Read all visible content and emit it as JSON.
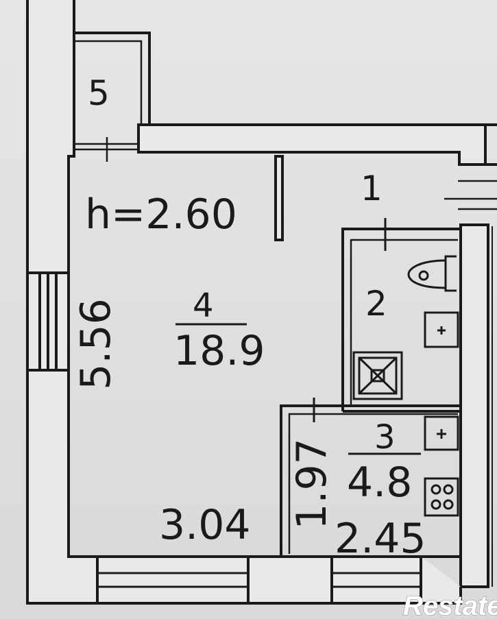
{
  "plan": {
    "ceiling_height": "h=2.60",
    "rooms": [
      {
        "number": "1"
      },
      {
        "number": "2"
      },
      {
        "number": "3",
        "area": "4.8"
      },
      {
        "number": "4",
        "area": "18.9"
      },
      {
        "number": "5"
      }
    ],
    "dimensions": {
      "main_room_length": "5.56",
      "main_room_width": "3.04",
      "kitchen_length": "1.97",
      "kitchen_width": "2.45"
    }
  },
  "watermark": "Restate",
  "colors": {
    "background": "#e3e3e3",
    "wall": "#1a1a1a",
    "wall_fill": "#e9e9e9"
  }
}
